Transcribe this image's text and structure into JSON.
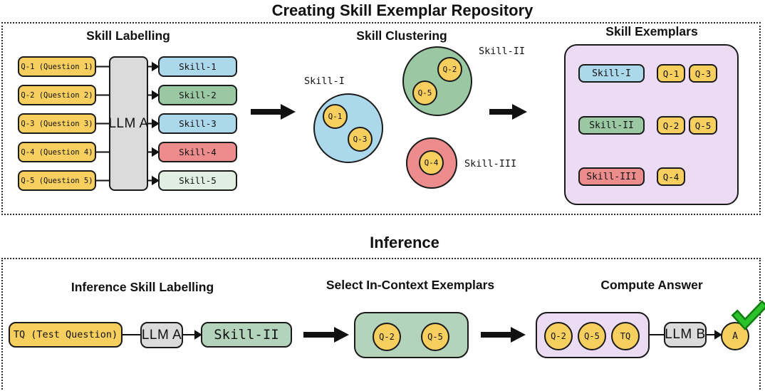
{
  "palette": {
    "yellow": "#F6CF5F",
    "blue": "#ACD8EB",
    "green": "#99C8A3",
    "light_green": "#E0EFE2",
    "soft_green": "#B3D4BA",
    "red": "#EC8C8C",
    "purple": "#EBDCF4",
    "gray": "#DBDBDB",
    "outline": "#1A1A1A",
    "check_green": "#23B323"
  },
  "top_section": {
    "title": "Creating Skill Exemplar Repository",
    "skill_labelling": {
      "heading": "Skill Labelling",
      "llm_label": "LLM A",
      "questions": [
        "Q-1 (Question 1)",
        "Q-2 (Question 2)",
        "Q-3 (Question 3)",
        "Q-4 (Question 4)",
        "Q-5 (Question 5)"
      ],
      "skills": [
        "Skill-1",
        "Skill-2",
        "Skill-3",
        "Skill-4",
        "Skill-5"
      ]
    },
    "skill_clustering": {
      "heading": "Skill Clustering",
      "clusters": [
        {
          "label": "Skill-I",
          "members": [
            "Q-1",
            "Q-3"
          ]
        },
        {
          "label": "Skill-II",
          "members": [
            "Q-2",
            "Q-5"
          ]
        },
        {
          "label": "Skill-III",
          "members": [
            "Q-4"
          ]
        }
      ]
    },
    "skill_exemplars": {
      "heading": "Skill Exemplars",
      "rows": [
        {
          "skill": "Skill-I",
          "questions": [
            "Q-1",
            "Q-3"
          ]
        },
        {
          "skill": "Skill-II",
          "questions": [
            "Q-2",
            "Q-5"
          ]
        },
        {
          "skill": "Skill-III",
          "questions": [
            "Q-4"
          ]
        }
      ]
    }
  },
  "bottom_section": {
    "title": "Inference",
    "inference_skill_labelling": {
      "heading": "Inference Skill Labelling",
      "test_question_label": "TQ (Test Question)",
      "llm_label": "LLM A",
      "skill_label": "Skill-II"
    },
    "select_exemplars": {
      "heading": "Select In-Context Exemplars",
      "members": [
        "Q-2",
        "Q-5"
      ]
    },
    "compute_answer": {
      "heading": "Compute Answer",
      "members": [
        "Q-2",
        "Q-5",
        "TQ"
      ],
      "llm_label": "LLM B",
      "answer_label": "A",
      "result_icon": "green-checkmark"
    }
  }
}
